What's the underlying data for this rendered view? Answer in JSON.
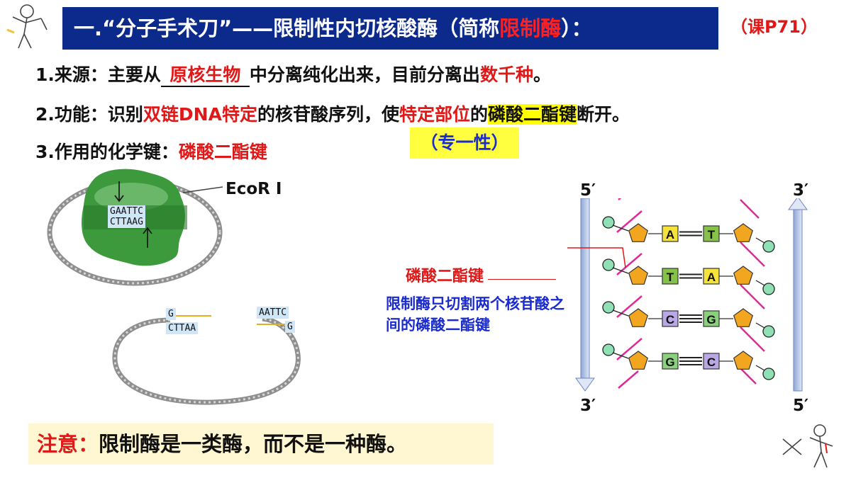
{
  "title": {
    "prefix": "一.“分子手术刀”——限制性内切核酸酶（简称",
    "highlight": "限制酶",
    "suffix": "）：",
    "ref": "（课P71）"
  },
  "items": [
    {
      "label": "1.来源：",
      "parts": [
        "主要从",
        "原核生物",
        "中分离纯化出来，目前分离出",
        "数千种",
        "。"
      ]
    },
    {
      "label": "2.功能：",
      "parts": [
        "识别",
        "双链DNA特定",
        "的核苷酸序列，使",
        "特定部位",
        "的",
        "磷酸二酯键",
        "断开。"
      ]
    },
    {
      "label": "3.作用的化学键：",
      "parts": [
        "磷酸二酯键"
      ]
    }
  ],
  "specificity": "（专一性）",
  "note": {
    "label": "注意：",
    "text": "限制酶是一类酶，而不是一种酶。"
  },
  "enzyme_diagram": {
    "enzyme_name": "EcoR I",
    "site_top": "GAATTC",
    "site_bottom": "CTTAAG",
    "cut_left_top": "G",
    "cut_left_bottom": "CTTAA",
    "cut_right_top": "AATTC",
    "cut_right_bottom": "G"
  },
  "dna_diagram": {
    "left_top_end": "5′",
    "left_bottom_end": "3′",
    "right_top_end": "3′",
    "right_bottom_end": "5′",
    "pairs": [
      {
        "left": "A",
        "right": "T"
      },
      {
        "left": "T",
        "right": "A"
      },
      {
        "left": "C",
        "right": "G"
      },
      {
        "left": "G",
        "right": "C"
      }
    ],
    "bond_label": "磷酸二酯键",
    "explanation": "限制酶只切割两个核苷酸之间的磷酸二酯键"
  },
  "colors": {
    "title_bg": "#0b2a8c",
    "red": "#e01818",
    "blue": "#1a2bd0",
    "highlight": "#ffff00",
    "enzyme": "#3c9a3c",
    "pentagon": "#f2a51e",
    "phosphate": "#8fe0b4",
    "base_A": "#f5e23a",
    "base_T": "#86c24a",
    "base_C": "#b9a7e6",
    "base_G": "#8bd07d"
  }
}
